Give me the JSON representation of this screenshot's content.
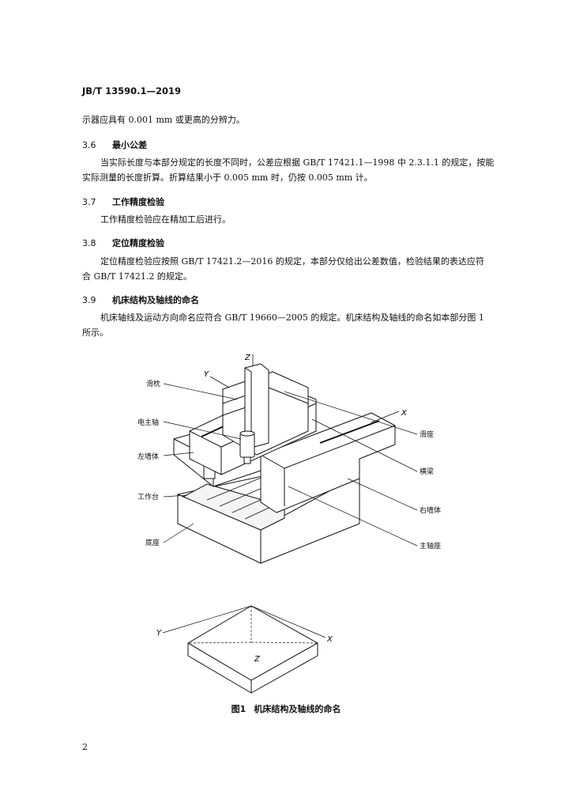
{
  "header": {
    "standard_code": "JB/T 13590.1—2019"
  },
  "body": {
    "intro_line": "示器应具有 0.001 mm 或更高的分辨力。",
    "sections": [
      {
        "num": "3.6",
        "title": "最小公差",
        "lines": [
          "当实际长度与本部分规定的长度不同时，公差应根据 GB/T 17421.1—1998 中 2.3.1.1 的规定，按能",
          "实际测量的长度折算。折算结果小于 0.005 mm 时，仍按 0.005 mm 计。"
        ]
      },
      {
        "num": "3.7",
        "title": "工作精度检验",
        "lines": [
          "工作精度检验应在精加工后进行。"
        ]
      },
      {
        "num": "3.8",
        "title": "定位精度检验",
        "lines": [
          "定位精度检验应按照 GB/T 17421.2—2016 的规定，本部分仅给出公差数值，检验结果的表达应符",
          "合 GB/T 17421.2 的规定。"
        ]
      },
      {
        "num": "3.9",
        "title": "机床结构及轴线的命名",
        "lines": [
          "机床轴线及运动方向命名应符合 GB/T 19660—2005 的规定。机床结构及轴线的命名如本部分图 1",
          "所示。"
        ]
      }
    ]
  },
  "figure": {
    "labels": {
      "huazhen": "滑枕",
      "dianzhuzhou": "电主轴",
      "zuoqiangti": "左墙体",
      "gongzuotai": "工作台",
      "dizuo": "底座",
      "huazuo": "滑座",
      "hengliang": "横梁",
      "youqiangti": "右墙体",
      "zhuzhouzuo": "主轴座"
    },
    "axes_machine": {
      "x": "X",
      "y": "Y",
      "z": "Z"
    },
    "axes_box": {
      "x": "X",
      "y": "Y",
      "z": "Z"
    },
    "caption_number": "图1",
    "caption_title": "机床结构及轴线的命名"
  },
  "footer": {
    "page_number": "2"
  }
}
